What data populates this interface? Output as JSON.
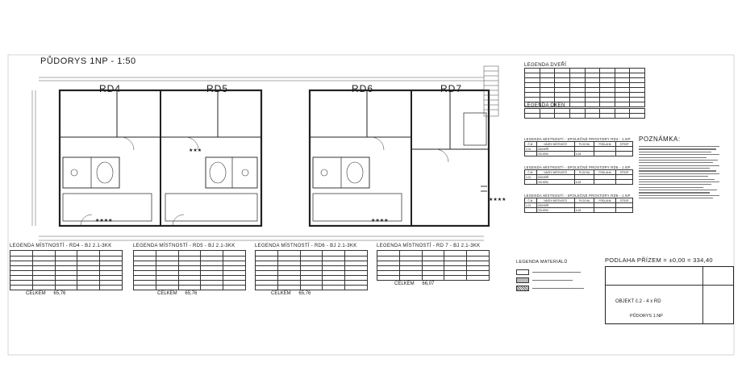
{
  "plan_title": "PŮDORYS 1NP - 1:50",
  "units": [
    "RD4",
    "RD5",
    "RD6",
    "RD7"
  ],
  "stars": {
    "three": "★★★",
    "four": "★★★★"
  },
  "door_legend": {
    "title": "LEGENDA DVEŘÍ",
    "rows": [
      "",
      "",
      "",
      "",
      "",
      "",
      "",
      ""
    ]
  },
  "window_legend": {
    "title": "LEGENDA OKEN",
    "rows": [
      "",
      ""
    ]
  },
  "shared_legends": [
    {
      "title": "LEGENDA MÍSTNOSTÍ - SPOLEČNÉ PROSTORY RD4 - 1.NP",
      "headers": [
        "Č.M.",
        "NÁZEV MÍSTNOSTI",
        "PLOCHA",
        "PODLAHA",
        "STROP"
      ],
      "row": [
        "1.01",
        "ZÁDVEŘÍ",
        "",
        "",
        ""
      ],
      "total_label": "CELKEM",
      "total": "6,18"
    },
    {
      "title": "LEGENDA MÍSTNOSTÍ - SPOLEČNÉ PROSTORY RD5 - 1.NP",
      "headers": [
        "Č.M.",
        "NÁZEV MÍSTNOSTI",
        "PLOCHA",
        "PODLAHA",
        "STROP"
      ],
      "row": [
        "1.01",
        "ZÁDVEŘÍ",
        "",
        "",
        ""
      ],
      "total_label": "CELKEM",
      "total": "6,18"
    },
    {
      "title": "LEGENDA MÍSTNOSTÍ - SPOLEČNÉ PROSTORY RD6 - 1.NP",
      "headers": [
        "Č.M.",
        "NÁZEV MÍSTNOSTI",
        "PLOCHA",
        "PODLAHA",
        "STROP"
      ],
      "row": [
        "1.01",
        "ZÁDVEŘÍ",
        "",
        "",
        ""
      ],
      "total_label": "CELKEM",
      "total": "6,18"
    }
  ],
  "note": {
    "title": "POZNÁMKA:"
  },
  "room_legends": [
    {
      "title": "LEGENDA MÍSTNOSTÍ - RD4 - BJ 2.1-3KK",
      "total_label": "CELKEM",
      "total": "65,76"
    },
    {
      "title": "LEGENDA MÍSTNOSTÍ - RD5 - BJ 2.1-3KK",
      "total_label": "CELKEM",
      "total": "65,76"
    },
    {
      "title": "LEGENDA MÍSTNOSTÍ - RD6 - BJ 2.1-3KK",
      "total_label": "CELKEM",
      "total": "65,76"
    },
    {
      "title": "LEGENDA MÍSTNOSTÍ - RD 7 - BJ 2.1-3KK",
      "total_label": "CELKEM",
      "total": "66,07"
    }
  ],
  "materials": {
    "title": "LEGENDA MATERIÁLŮ"
  },
  "title_block": {
    "level": "PODLAHA PŘÍZEM = ±0,00 = 334,40",
    "object": "OBJEKT č.2 - 4 x RD",
    "sheet": "PŮDORYS 1.NP"
  },
  "colors": {
    "line": "#222222",
    "paper": "#ffffff",
    "grey": "#8a8a8a"
  }
}
